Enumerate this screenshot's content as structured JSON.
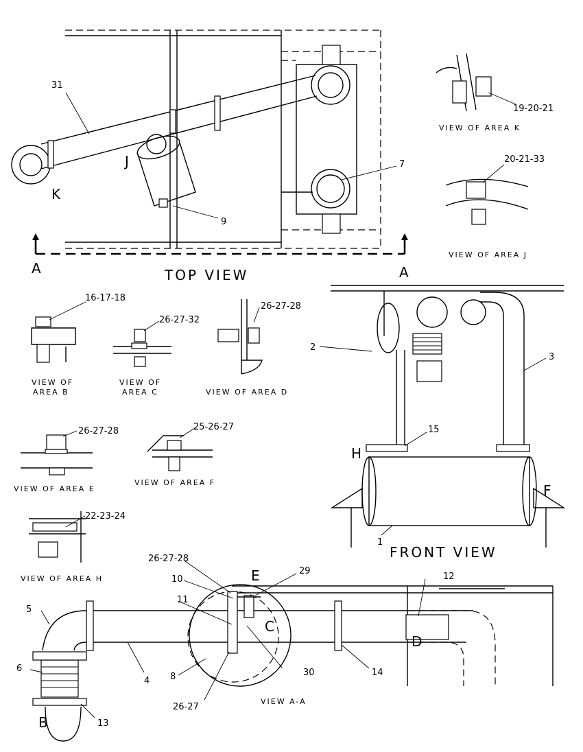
{
  "views": {
    "top_view": "TOP VIEW",
    "front_view": "FRONT VIEW",
    "view_aa": "VIEW A-A",
    "area_k": "VIEW OF AREA K",
    "area_j": "VIEW OF AREA J",
    "area_b": [
      "VIEW OF",
      "AREA B"
    ],
    "area_c": [
      "VIEW OF",
      "AREA C"
    ],
    "area_d": "VIEW OF AREA D",
    "area_e": "VIEW OF AREA E",
    "area_f": "VIEW OF AREA F",
    "area_h": "VIEW OF AREA H"
  },
  "section_letters": {
    "a_left": "A",
    "a_right": "A"
  },
  "callouts": {
    "c31": "31",
    "c7": "7",
    "c9": "9",
    "cJ": "J",
    "cK": "K",
    "c19_20_21": "19-20-21",
    "c20_21_33": "20-21-33",
    "c16_17_18": "16-17-18",
    "c26_27_32": "26-27-32",
    "c26_27_28_d": "26-27-28",
    "c26_27_28_e": "26-27-28",
    "c25_26_27": "25-26-27",
    "c22_23_24": "22-23-24",
    "c2": "2",
    "c3": "3",
    "c15": "15",
    "cH": "H",
    "cF": "F",
    "c1": "1",
    "c26_27_28_top": "26-27-28",
    "c10": "10",
    "cE": "E",
    "c29": "29",
    "c12": "12",
    "c11": "11",
    "cC": "C",
    "cD": "D",
    "c5": "5",
    "c6": "6",
    "c4": "4",
    "c8": "8",
    "c30": "30",
    "c14": "14",
    "cB": "B",
    "c13": "13",
    "c26_27": "26-27"
  }
}
